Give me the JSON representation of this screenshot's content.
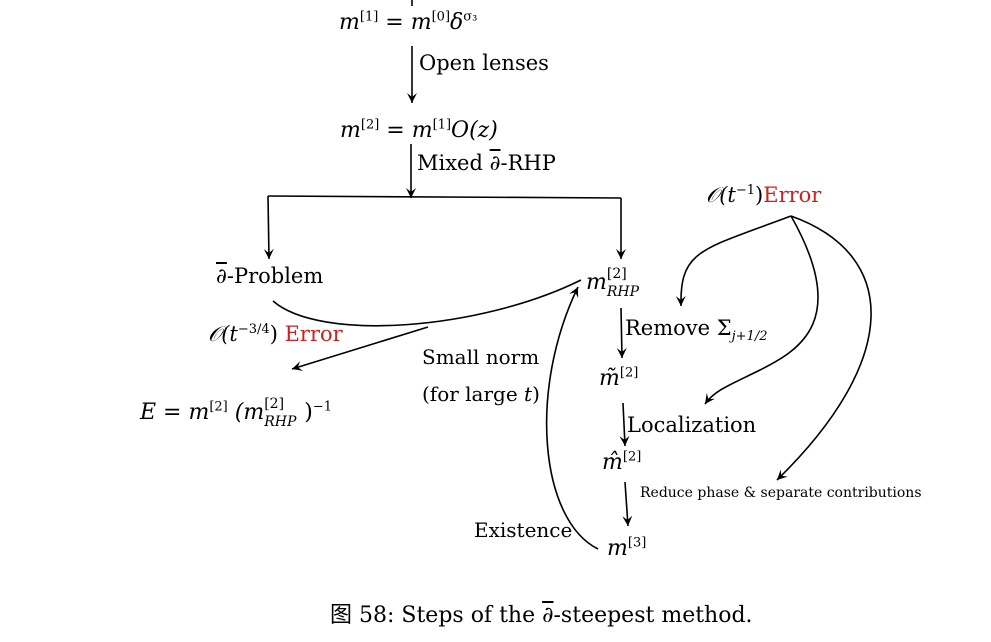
{
  "nodes": {
    "m1": {
      "lhs": "m",
      "lhs_sup": "[1]",
      "eq": "=",
      "rhs": "m",
      "rhs_sup": "[0]",
      "delta": "δ",
      "delta_sup": "σ₃"
    },
    "m2": {
      "lhs": "m",
      "lhs_sup": "[2]",
      "eq": "=",
      "rhs": "m",
      "rhs_sup": "[1]",
      "tail": "O(z)"
    },
    "dbar_problem": {
      "dbar": "∂",
      "text": "-Problem"
    },
    "m_rhp": {
      "m": "m",
      "sup": "[2]",
      "sub": "RHP"
    },
    "m_tilde": {
      "m": "m̃",
      "sup": "[2]"
    },
    "m_hat": {
      "m": "m̂",
      "sup": "[2]"
    },
    "m3": {
      "m": "m",
      "sup": "[3]"
    },
    "E": {
      "lhs": "E = m",
      "sup": "[2]",
      "open": "(m",
      "inner_sup": "[2]",
      "inner_sub": "RHP",
      "close": ")",
      "power": "−1"
    }
  },
  "labels": {
    "open_lenses": "Open lenses",
    "mixed": "Mixed",
    "mixed_dbar": "∂",
    "mixed_tail": "-RHP",
    "remove": "Remove Σ",
    "remove_sub": "j+1/2",
    "localization": "Localization",
    "reduce_phase": "Reduce phase & separate contributions",
    "small_norm": "Small norm",
    "for_large": "(for large ",
    "for_large_t": "t",
    "for_large_close": ")",
    "existence": "Existence"
  },
  "errors": {
    "top": {
      "O": "𝒪",
      "arg": "(t",
      "arg_sup": "−1",
      "close": ")",
      "word": "Error"
    },
    "left": {
      "O": "𝒪",
      "arg": "(t",
      "arg_sup": "−3/4",
      "close": ")",
      "word": "Error"
    }
  },
  "caption": {
    "prefix": "图 58: Steps of the ",
    "dbar": "∂",
    "suffix": "-steepest method."
  },
  "colors": {
    "error": "#cc1f1f",
    "ink": "#000000"
  }
}
